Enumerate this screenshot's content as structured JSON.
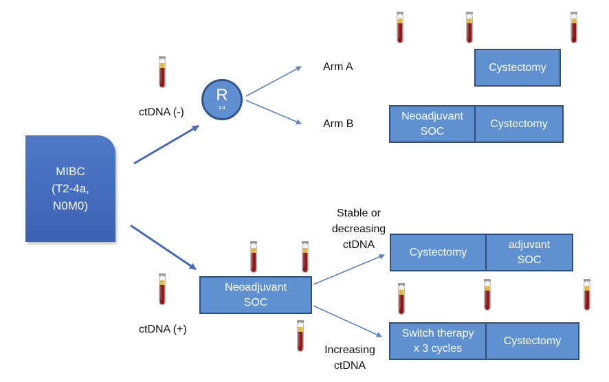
{
  "colors": {
    "box_fill": "#5f91d1",
    "box_border": "#2f4f7a",
    "mibc_fill": "#4568bd",
    "arrow": "#5b82be",
    "blood": "#8b1a1a"
  },
  "mibc": {
    "line1": "MIBC",
    "line2": "(T2-4a,",
    "line3": "N0M0)"
  },
  "randomization": {
    "letter": "R",
    "ratio": "1:1"
  },
  "labels": {
    "ctdna_neg": "ctDNA (-)",
    "ctdna_pos": "ctDNA (+)",
    "arm_a": "Arm A",
    "arm_b": "Arm B",
    "stable_l1": "Stable or",
    "stable_l2": "decreasing",
    "stable_l3": "ctDNA",
    "increasing_l1": "Increasing",
    "increasing_l2": "ctDNA"
  },
  "boxes": {
    "arm_a_cystectomy": "Cystectomy",
    "arm_b_neo_l1": "Neoadjuvant",
    "arm_b_neo_l2": "SOC",
    "arm_b_cystectomy": "Cystectomy",
    "pos_neo_l1": "Neoadjuvant",
    "pos_neo_l2": "SOC",
    "stable_cystectomy": "Cystectomy",
    "stable_adj_l1": "adjuvant",
    "stable_adj_l2": "SOC",
    "switch_l1": "Switch therapy",
    "switch_l2": "x 3 cycles",
    "increasing_cystectomy": "Cystectomy"
  },
  "icons": {
    "sample": "blood-tube-icon"
  }
}
